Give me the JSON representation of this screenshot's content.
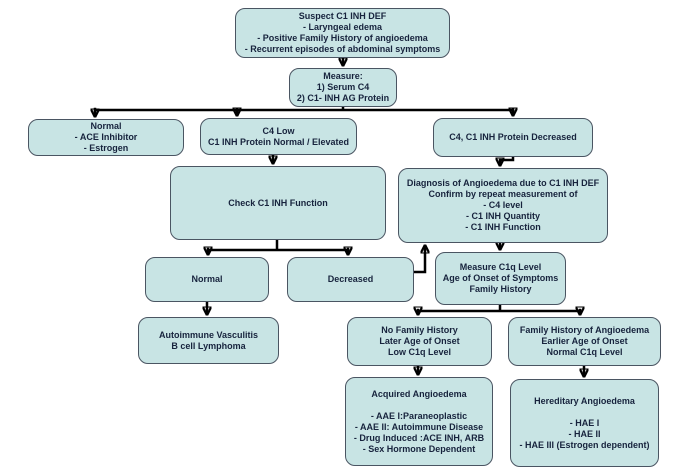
{
  "colors": {
    "background": "#ffffff",
    "node_fill": "#c8e4e4",
    "node_border": "#4a5562",
    "text": "#17233d",
    "arrow": "#000000"
  },
  "nodes": {
    "suspect": {
      "lines": [
        "Suspect C1 INH DEF",
        "- Laryngeal edema",
        "- Positive Family History of angioedema",
        "- Recurrent episodes of abdominal symptoms"
      ]
    },
    "measure": {
      "lines": [
        "Measure:",
        "1) Serum C4",
        "2) C1- INH AG Protein"
      ]
    },
    "normal_acei": {
      "lines": [
        "Normal",
        "- ACE Inhibitor",
        "- Estrogen"
      ]
    },
    "c4_low": {
      "lines": [
        "C4 Low",
        "C1 INH Protein Normal / Elevated"
      ]
    },
    "c4_c1_decreased": {
      "lines": [
        "C4, C1 INH Protein Decreased"
      ]
    },
    "check_function": {
      "lines": [
        "Check C1 INH Function"
      ]
    },
    "diagnosis": {
      "lines": [
        "Diagnosis of Angioedema due to C1 INH DEF",
        "Confirm by repeat measurement of",
        "- C4 level",
        "- C1 INH Quantity",
        "- C1 INH Function"
      ]
    },
    "normal_function": {
      "lines": [
        "Normal"
      ]
    },
    "decreased_function": {
      "lines": [
        "Decreased"
      ]
    },
    "measure_c1q": {
      "lines": [
        "Measure C1q Level",
        "Age of Onset of Symptoms",
        "Family History"
      ]
    },
    "autoimmune": {
      "lines": [
        "Autoimmune Vasculitis",
        "B cell Lymphoma"
      ]
    },
    "no_family_history": {
      "lines": [
        "No Family History",
        "Later Age of Onset",
        "Low C1q Level"
      ]
    },
    "family_history": {
      "lines": [
        "Family History of Angioedema",
        "Earlier Age of Onset",
        "Normal C1q Level"
      ]
    },
    "acquired": {
      "lines": [
        "Acquired Angioedema",
        "",
        "- AAE I:Paraneoplastic",
        "- AAE II: Autoimmune Disease",
        "- Drug Induced :ACE INH, ARB",
        "- Sex Hormone Dependent"
      ]
    },
    "hereditary": {
      "lines": [
        "Hereditary Angioedema",
        "",
        "- HAE I",
        "- HAE II",
        "- HAE III (Estrogen dependent)"
      ]
    }
  },
  "edges": [
    {
      "from": "suspect",
      "to": "measure"
    },
    {
      "from": "measure",
      "to": "normal_acei"
    },
    {
      "from": "measure",
      "to": "c4_low"
    },
    {
      "from": "measure",
      "to": "c4_c1_decreased"
    },
    {
      "from": "c4_low",
      "to": "check_function"
    },
    {
      "from": "c4_c1_decreased",
      "to": "diagnosis"
    },
    {
      "from": "check_function",
      "to": "normal_function"
    },
    {
      "from": "check_function",
      "to": "decreased_function"
    },
    {
      "from": "decreased_function",
      "to": "diagnosis"
    },
    {
      "from": "diagnosis",
      "to": "measure_c1q"
    },
    {
      "from": "normal_function",
      "to": "autoimmune"
    },
    {
      "from": "measure_c1q",
      "to": "no_family_history"
    },
    {
      "from": "measure_c1q",
      "to": "family_history"
    },
    {
      "from": "no_family_history",
      "to": "acquired"
    },
    {
      "from": "family_history",
      "to": "hereditary"
    }
  ]
}
